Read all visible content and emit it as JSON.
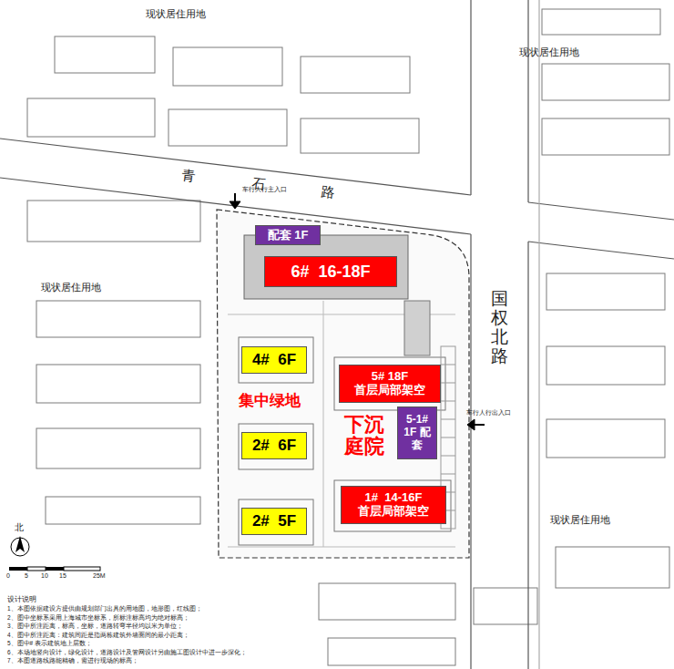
{
  "diagram": {
    "nodes": [
      {
        "text": [
          "配套 1F"
        ]
      },
      {
        "text": [
          "6#  16-18F"
        ]
      },
      {
        "text": [
          "4#  6F"
        ]
      },
      {
        "text": [
          "5# 18F",
          "首层局部架空"
        ]
      },
      {
        "text": [
          "5-1# 1F 配套"
        ]
      },
      {
        "text": [
          "2#  6F"
        ]
      },
      {
        "text": [
          "2#  5F"
        ]
      },
      {
        "text": [
          "1#  14-16F",
          "首层局部架空"
        ]
      }
    ],
    "labels": [
      "现状居住用地",
      "现状居住用地",
      "青石路",
      "国权北路",
      "现状居住用地",
      "现状居住用地",
      "集中绿地",
      "下沉 庭院",
      "车行人行主入口",
      "车行人行出入口",
      "北",
      "0",
      "5",
      "10",
      "15",
      "25M",
      "设计说明",
      "1、本图依据建设方提供由规划部门出具的用地图，地形图，红线图；",
      "2、图中坐标系采用上海城市坐标系，所标注标高均为绝对标高；",
      "3、图中所注距离，标高，坐标，道路转弯半径均以米为单位；",
      "4、图中所注距离：建筑间距是指两栋建筑外墙面间的最小距离；",
      "5、图中# 表示建筑地上层数；",
      "6、本场地竖向设计，绿化设计，道路设计及管网设计另由施工图设计中进一步深化；",
      "7、本图道路线路能精确，需进行现场的标高；"
    ]
  }
}
